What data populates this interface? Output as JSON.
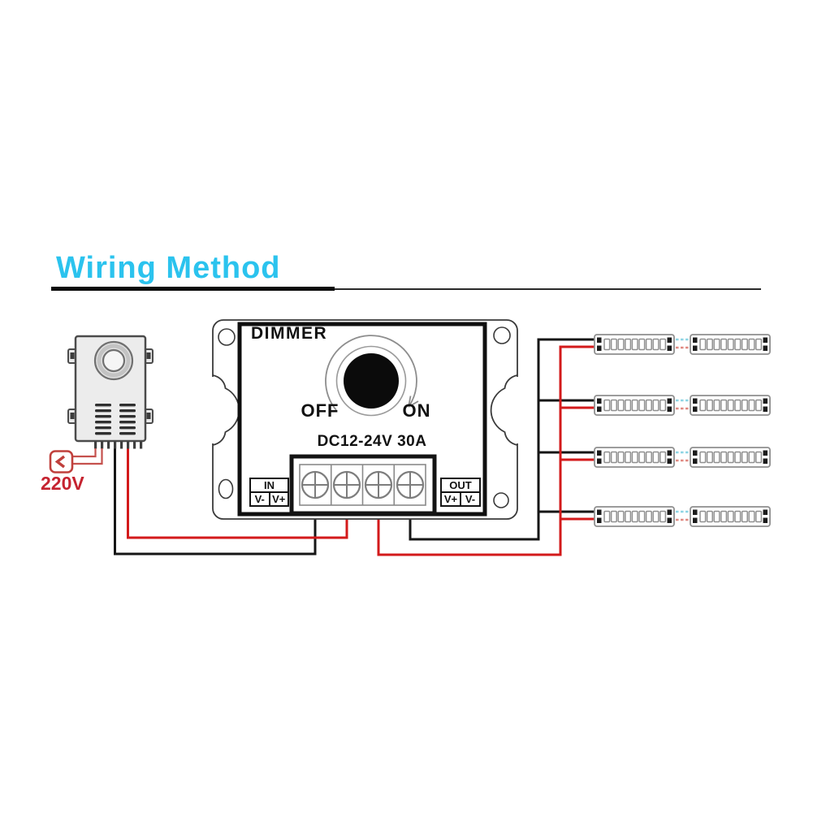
{
  "title": {
    "text": "Wiring Method",
    "color": "#2bc3ee"
  },
  "power_supply": {
    "voltage_label": "220V",
    "label_color": "#c52330",
    "plug_icon": "left-chevron"
  },
  "dimmer": {
    "title": "DIMMER",
    "off_label": "OFF",
    "on_label": "ON",
    "rating": "DC12-24V 30A",
    "input_block": {
      "title": "IN",
      "left_terminal": "V-",
      "right_terminal": "V+"
    },
    "output_block": {
      "title": "OUT",
      "left_terminal": "V+",
      "right_terminal": "V-"
    },
    "terminal_screws": 4
  },
  "wiring": {
    "positive_wire_color": "#d31a1b",
    "negative_wire_color": "#161616",
    "plug_cable_color": "#c5514d",
    "strip_link_colors": {
      "top_dashed": "#8ed5e4",
      "bottom_dashed": "#e08a82"
    }
  },
  "led_strips": {
    "row_count": 4,
    "segments_per_row": 2,
    "leds_per_segment": 9
  }
}
